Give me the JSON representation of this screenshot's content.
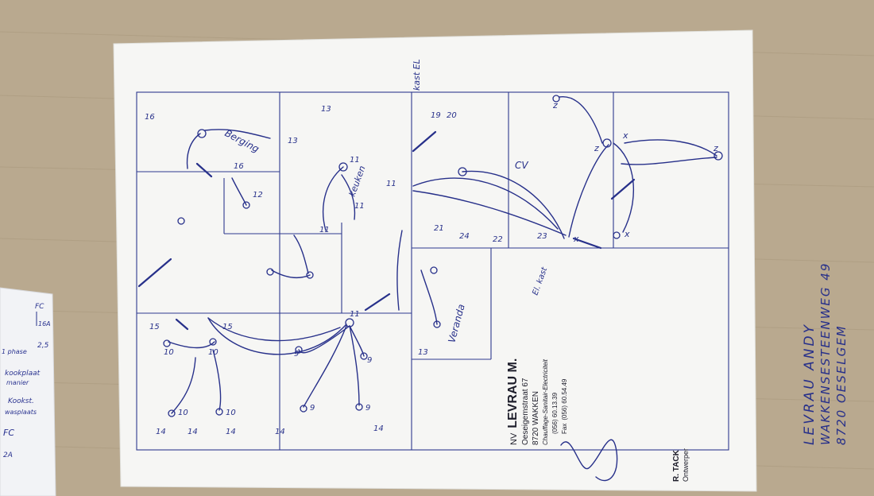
{
  "photo": {
    "colors": {
      "desk": "#b9a98f",
      "paper": "#f6f6f4",
      "ink": "#27308a"
    }
  },
  "plan": {
    "labels": [
      "16",
      "16",
      "13",
      "13",
      "13",
      "12",
      "11",
      "11",
      "11",
      "11",
      "11",
      "10",
      "10",
      "10",
      "10",
      "9",
      "9",
      "9",
      "9",
      "14",
      "14",
      "14",
      "14",
      "14",
      "15",
      "15",
      "19",
      "20",
      "21",
      "22",
      "23",
      "24",
      "CV",
      "x",
      "x",
      "x",
      "z",
      "z",
      "z"
    ],
    "room_notes": [
      "Berging",
      "keuken",
      "Veranda",
      "kast EL",
      "El. kast"
    ]
  },
  "stamp": {
    "prefix": "NV",
    "company": "LEVRAU M.",
    "street": "Oeseigemstraat 67",
    "city": "8720   WAKKEN",
    "trades": "Chauffage-Sanitair-Electriciteit",
    "phone": "(056) 60.13.39",
    "fax_label": "Fax",
    "fax": "(056) 60.54.49"
  },
  "customer": {
    "name": "LEVRAU ANDY",
    "street": "WAKKENSESTEENWEG 49",
    "city": "8720 OESELGEM"
  },
  "signature": {
    "name": "R. TACK",
    "role": "Ontwerper"
  },
  "side_sheet": {
    "notes": [
      "FC",
      "16A",
      "2,5",
      "1 phase",
      "kookplaat",
      "manier",
      "Kookst.",
      "wasplaats",
      "FC",
      "2A"
    ]
  }
}
